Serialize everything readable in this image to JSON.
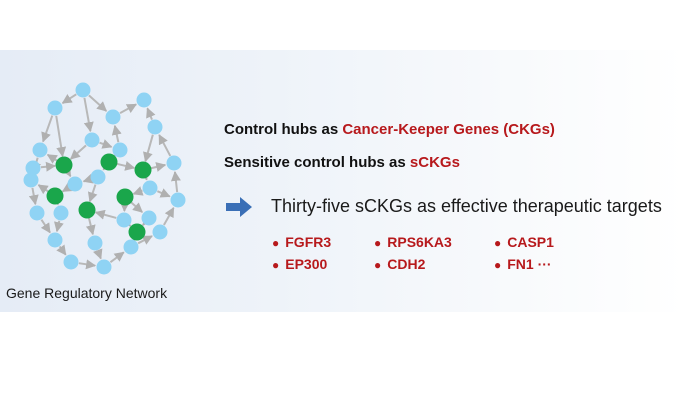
{
  "network_label": "Gene Regulatory Network",
  "line1": {
    "prefix": "Control hubs as ",
    "highlight": "Cancer-Keeper Genes (CKGs)"
  },
  "line2": {
    "prefix": "Sensitive control hubs as ",
    "highlight": "sCKGs"
  },
  "targets_title": "Thirty-five sCKGs as effective therapeutic targets",
  "genes": [
    "FGFR3",
    "RPS6KA3",
    "CASP1",
    "EP300",
    "CDH2",
    "FN1 ···"
  ],
  "colors": {
    "accent_red": "#b7191c",
    "node_blue": "#8fd3f4",
    "node_green": "#1aa64b",
    "edge_gray": "#b8b8b8",
    "arrow_blue": "#3a6fb6"
  },
  "icons": {
    "arrow": "right-arrow-icon",
    "bullet": "bullet-icon"
  }
}
